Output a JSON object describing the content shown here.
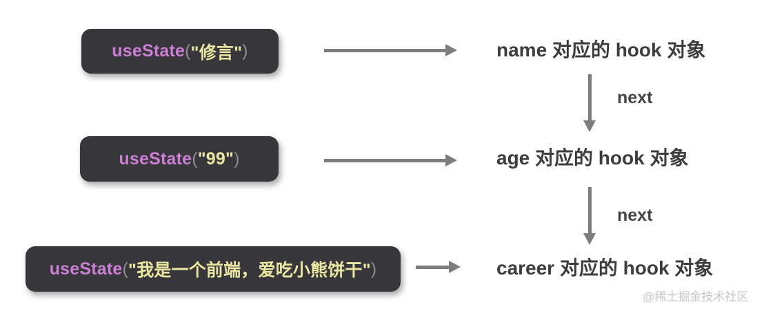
{
  "boxes": [
    {
      "fn": "useState",
      "paren_open": "(",
      "arg": "\"修言\"",
      "paren_close": ")"
    },
    {
      "fn": "useState",
      "paren_open": "(",
      "arg": "\"99\"",
      "paren_close": ")"
    },
    {
      "fn": "useState",
      "paren_open": "(",
      "arg": "\"我是一个前端，爱吃小熊饼干\"",
      "paren_close": ")"
    }
  ],
  "labels": [
    {
      "text": "name 对应的 hook 对象"
    },
    {
      "text": "age 对应的 hook 对象"
    },
    {
      "text": "career 对应的 hook 对象"
    }
  ],
  "next_labels": [
    "next",
    "next"
  ],
  "watermark": "@稀土掘金技术社区",
  "colors": {
    "box_background": "#37363a",
    "function_name": "#cb7fd4",
    "string_literal": "#eae7a2",
    "parenthesis": "#8e8e92",
    "label_text": "#3d3d3d",
    "arrow": "#7d7d7d",
    "watermark": "#c7c7c7"
  }
}
